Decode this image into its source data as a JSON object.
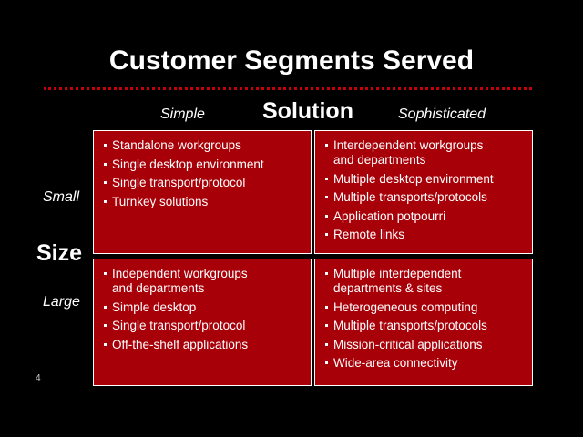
{
  "title": "Customer Segments Served",
  "axes": {
    "solution": "Solution",
    "size": "Size"
  },
  "columns": {
    "simple": "Simple",
    "sophisticated": "Sophisticated"
  },
  "rows": {
    "small": "Small",
    "large": "Large"
  },
  "page_number": "4",
  "colors": {
    "background": "#000000",
    "cell": "#a80008",
    "divider": "#c8000a"
  },
  "cells": {
    "small_simple": [
      "Standalone workgroups",
      "Single desktop environment",
      "Single transport/protocol",
      "Turnkey solutions"
    ],
    "small_sophisticated": [
      "Interdependent workgroups\nand departments",
      "Multiple desktop environment",
      "Multiple transports/protocols",
      "Application potpourri",
      "Remote links"
    ],
    "large_simple": [
      "Independent workgroups\nand departments",
      "Simple desktop",
      "Single transport/protocol",
      "Off-the-shelf applications"
    ],
    "large_sophisticated": [
      "Multiple interdependent\ndepartments & sites",
      "Heterogeneous computing",
      "Multiple transports/protocols",
      "Mission-critical applications",
      "Wide-area connectivity"
    ]
  }
}
